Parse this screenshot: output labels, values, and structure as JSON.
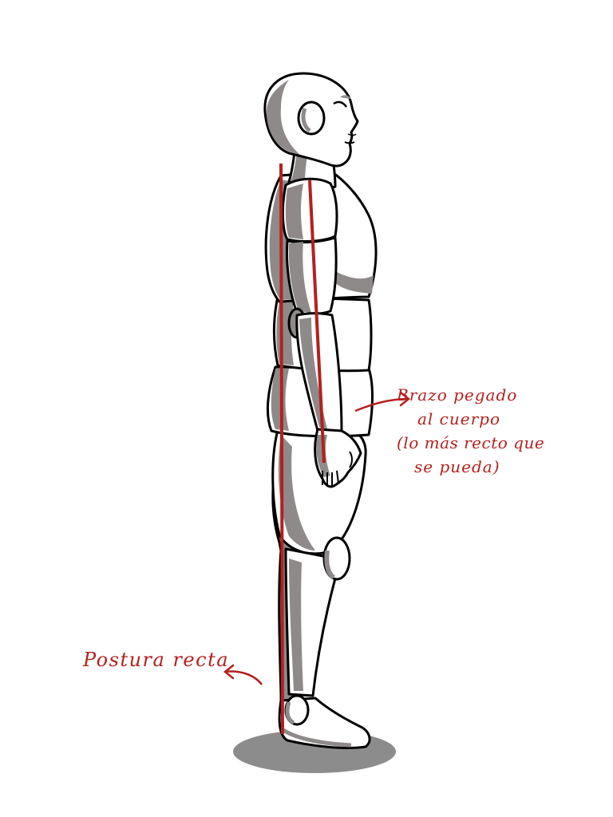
{
  "annotations": {
    "arm": {
      "line1": "Brazo pegado",
      "line2": "al cuerpo",
      "line3": "(lo más recto que",
      "line4": "se pueda)"
    },
    "posture": "Postura recta"
  },
  "colors": {
    "ink": "#000000",
    "shade": "#8f8a8a",
    "ground_shadow": "#8c8c8c",
    "annotation": "#b3211e"
  }
}
